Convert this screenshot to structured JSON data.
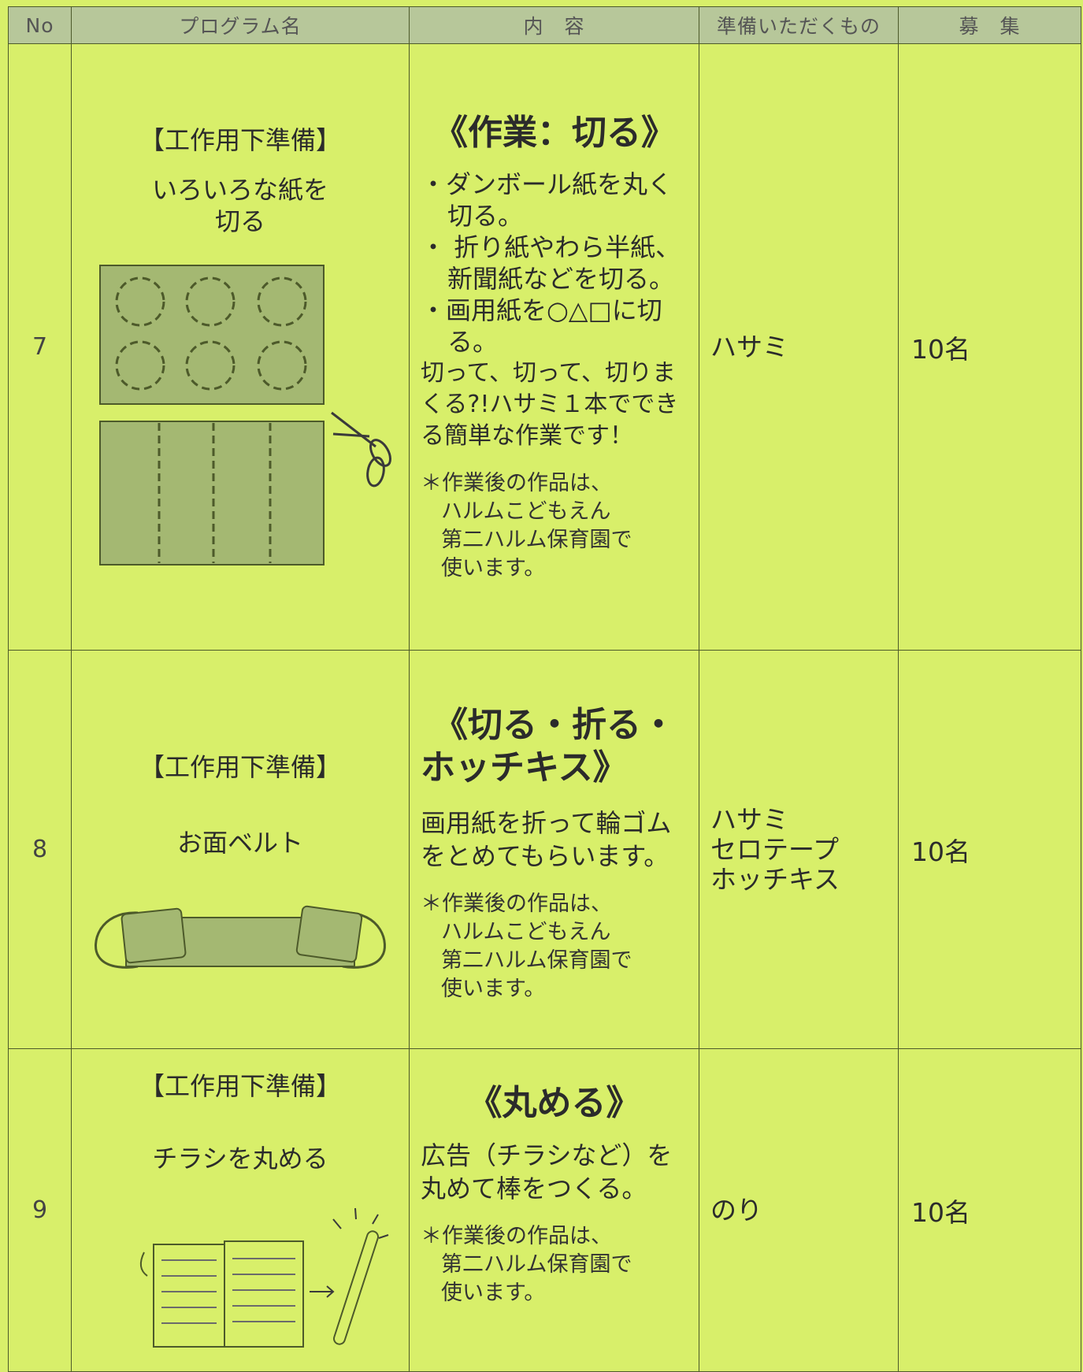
{
  "header": {
    "no": "No",
    "program": "プログラム名",
    "content": "内　容",
    "prep": "準備いただくもの",
    "recruit": "募　集"
  },
  "rows": [
    {
      "no": "7",
      "tag": "【工作用下準備】",
      "name_lines": [
        "いろいろな紙を",
        "切る"
      ],
      "heading": "《作業：切る》",
      "bullets": [
        "・ダンボール紙を丸く切る。",
        "・ 折り紙やわら半紙、新聞紙などを切る。",
        "・画用紙を○△□に切る。"
      ],
      "description": "切って、切って、切りまくる?!ハサミ１本でできる簡単な作業です！",
      "note_lines": [
        "＊作業後の作品は、",
        "ハルムこどもえん",
        "第二ハルム保育園で",
        "使います。"
      ],
      "prep": [
        "ハサミ"
      ],
      "recruit": "10名"
    },
    {
      "no": "8",
      "tag": "【工作用下準備】",
      "name_lines": [
        "お面ベルト"
      ],
      "heading_lines": [
        "《切る・折る・",
        "ホッチキス》"
      ],
      "description": "画用紙を折って輪ゴムをとめてもらいます。",
      "note_lines": [
        "＊作業後の作品は、",
        "ハルムこどもえん",
        "第二ハルム保育園で",
        "使います。"
      ],
      "prep": [
        "ハサミ",
        "セロテープ",
        "ホッチキス"
      ],
      "recruit": "10名"
    },
    {
      "no": "9",
      "tag": "【工作用下準備】",
      "name_lines": [
        "チラシを丸める"
      ],
      "heading": "《丸める》",
      "description": "広告（チラシなど）を丸めて棒をつくる。",
      "note_lines": [
        "＊作業後の作品は、",
        "第二ハルム保育園で",
        "使います。"
      ],
      "prep": [
        "のり"
      ],
      "recruit": "10名"
    }
  ],
  "colors": {
    "background": "#d8ef6a",
    "header_bg": "#b7c79a",
    "paper_fill": "#a4b872",
    "line": "#4d5a2a"
  }
}
